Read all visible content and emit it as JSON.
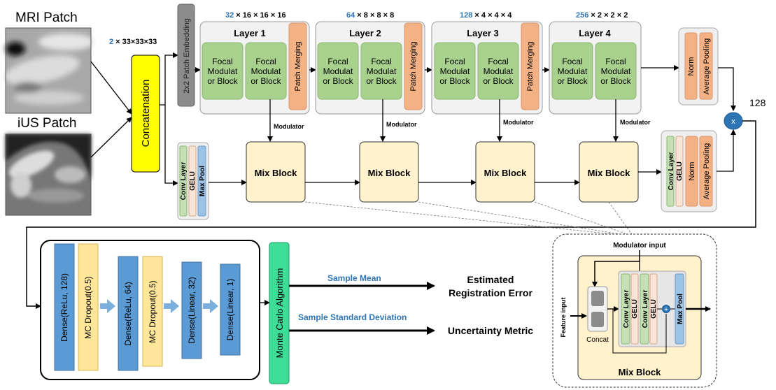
{
  "inputs": {
    "mri_label": "MRI Patch",
    "ius_label": "iUS Patch",
    "input_dim_num": "2",
    "input_dim_rest": " × 33×33×33"
  },
  "concat_label": "Concatenation",
  "patch_embed_label": "2x2 Patch Embedding",
  "layers": [
    {
      "dim_num": "32",
      "dim_rest": " × 16 × 16 × 16",
      "title": "Layer 1",
      "block_a": [
        "Focal",
        "Modulat",
        "or Block"
      ],
      "block_b": [
        "Focal",
        "Modulat",
        "or Block"
      ],
      "merge": "Patch Merging"
    },
    {
      "dim_num": "64",
      "dim_rest": " × 8 × 8 × 8",
      "title": "Layer 2",
      "block_a": [
        "Focal",
        "Modulat",
        "or Block"
      ],
      "block_b": [
        "Focal",
        "Modulat",
        "or Block"
      ],
      "merge": "Patch Merging"
    },
    {
      "dim_num": "128",
      "dim_rest": " × 4 × 4 × 4",
      "title": "Layer 3",
      "block_a": [
        "Focal",
        "Modulat",
        "or Block"
      ],
      "block_b": [
        "Focal",
        "Modulat",
        "or Block"
      ],
      "merge": "Patch Merging"
    },
    {
      "dim_num": "256",
      "dim_rest": " × 2 × 2 × 2",
      "title": "Layer 4",
      "block_a": [
        "Focal",
        "Modulat",
        "or Block"
      ],
      "block_b": [
        "Focal",
        "Modulat",
        "or Block"
      ]
    }
  ],
  "top_head": {
    "norm": "Norm",
    "pool": "Average  Pooling"
  },
  "modulator_label": "Modulator",
  "stem": {
    "conv": "Conv Layer",
    "gelu": "GELU",
    "maxpool": "Max Pool"
  },
  "mix_block_label": "Mix Block",
  "bottom_head": {
    "conv": "Conv Layer",
    "gelu": "GELU",
    "norm": "Norm",
    "pool": "Average  Pooling"
  },
  "multiply_symbol": "x",
  "feature_size": "128",
  "mlp": {
    "dense1": "Dense(ReLu, 128)",
    "drop1": "MC Dropout(0.5)",
    "dense2": "Dense(ReLu, 64)",
    "drop2": "MC Dropout(0.5)",
    "dense3": "Dense(Linear, 32)",
    "dense4": "Dense(Linear, 1)"
  },
  "monte_carlo": "Monte Carlo Algorithm",
  "outputs": {
    "mean_label": "Sample Mean",
    "std_label": "Sample Standard Deviation",
    "error_line1": "Estimated",
    "error_line2": "Registration Error",
    "uncertainty": "Uncertainty Metric"
  },
  "mix_detail": {
    "modulator_input": "Modulator input",
    "feature_input": "Feature input",
    "concat": "Concat",
    "conv": "Conv Layer",
    "gelu": "GELU",
    "plus": "+",
    "maxpool": "Max Pool",
    "title": "Mix Block"
  },
  "colors": {
    "concat_yellow": "#ffff00",
    "focal_green": "#a9d18e",
    "merge_salmon": "#f4b183",
    "mix_cream": "#fff2cc",
    "dense_blue": "#5b9bd5",
    "dropout_yellow": "#ffe699",
    "monte_carlo_teal": "#3ddc97",
    "accent_blue": "#2e75b6",
    "maxpool_blue": "#9dc3e6",
    "gelu_pink": "#fbe5d6",
    "panel_gray": "#f2f2f2"
  }
}
